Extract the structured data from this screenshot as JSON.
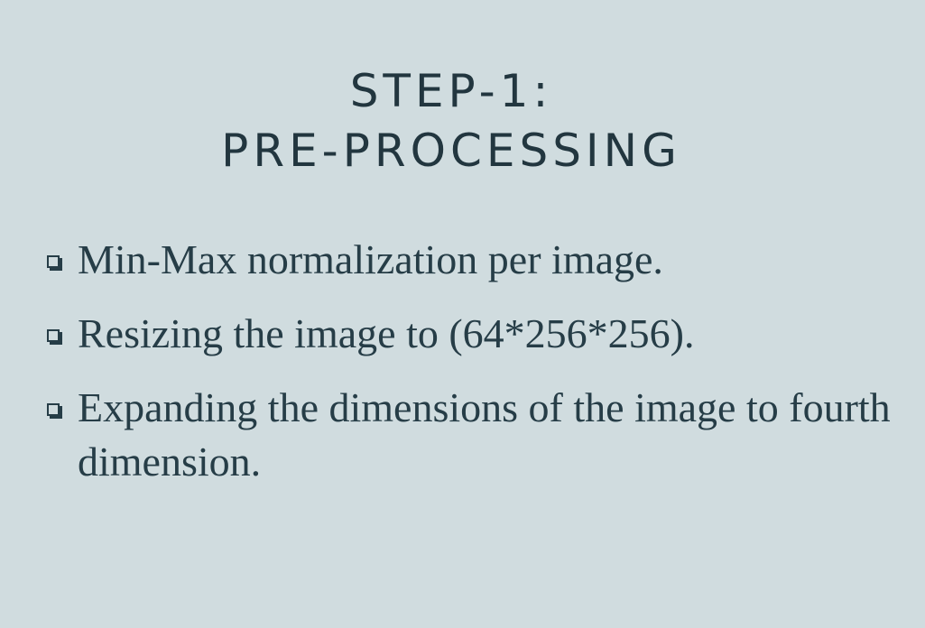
{
  "slide": {
    "title_line1": "STEP-1:",
    "title_line2": "PRE-PROCESSING",
    "bullets": [
      {
        "icon": "square-bullet-icon",
        "text": "Min-Max normalization per image."
      },
      {
        "icon": "square-bullet-icon",
        "text": "Resizing the image to (64*256*256)."
      },
      {
        "icon": "square-bullet-icon",
        "text": "Expanding the dimensions of the image to fourth dimension."
      }
    ]
  },
  "colors": {
    "background": "#d0dcdf",
    "text": "#263d47"
  }
}
